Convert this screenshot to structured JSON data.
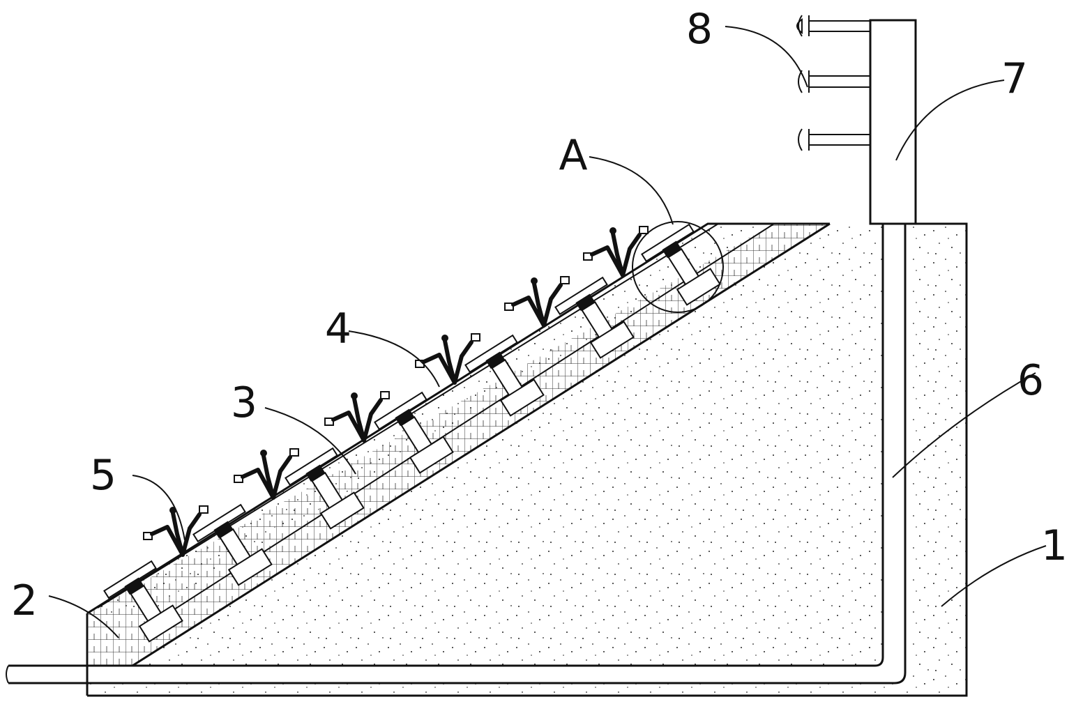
{
  "diagram": {
    "labels": {
      "l1": "1",
      "l2": "2",
      "l3": "3",
      "l4": "4",
      "l5": "5",
      "l6": "6",
      "l7": "7",
      "l8": "8",
      "lA": "A"
    }
  }
}
